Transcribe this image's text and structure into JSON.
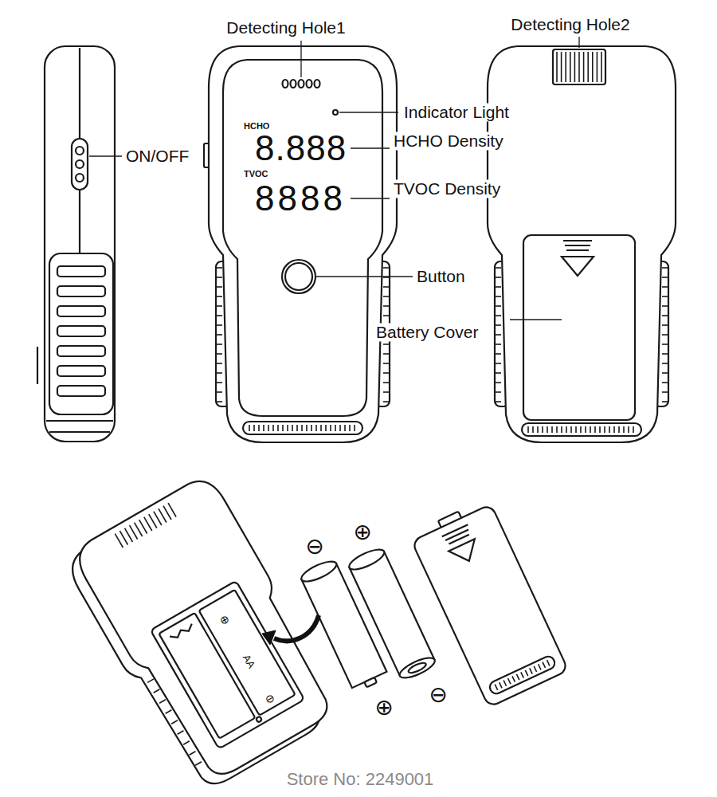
{
  "diagram": {
    "labels": [
      "Detecting Hole1",
      "Detecting Hole2",
      "Indicator Light",
      "HCHO",
      "8.888",
      "HCHO Density",
      "ON/OFF",
      "TVOC",
      "8888",
      "TVOC Density",
      "Button",
      "Battery Cover",
      "⊖",
      "⊕",
      "⊕",
      "⊖",
      "⊕",
      "AA",
      "⊖",
      "Store No: 2249001"
    ]
  }
}
